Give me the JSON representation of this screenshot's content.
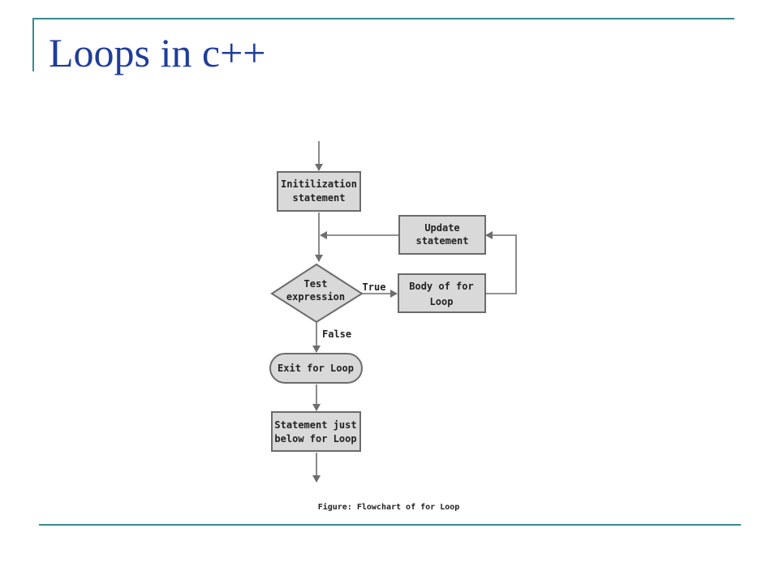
{
  "slide": {
    "title": "Loops in c++"
  },
  "flowchart": {
    "init_line1": "Initilization",
    "init_line2": "statement",
    "update_line1": "Update",
    "update_line2": "statement",
    "test_line1": "Test",
    "test_line2": "expression",
    "true_label": "True",
    "body_line1": "Body of for",
    "body_line2": "Loop",
    "false_label": "False",
    "exit_label": "Exit for Loop",
    "after_line1": "Statement just",
    "after_line2": "below for Loop",
    "caption": "Figure: Flowchart of for Loop"
  },
  "colors": {
    "accent_rule": "#3a8a8c",
    "title": "#1f3e9a",
    "node_fill": "#d9d9d9"
  }
}
